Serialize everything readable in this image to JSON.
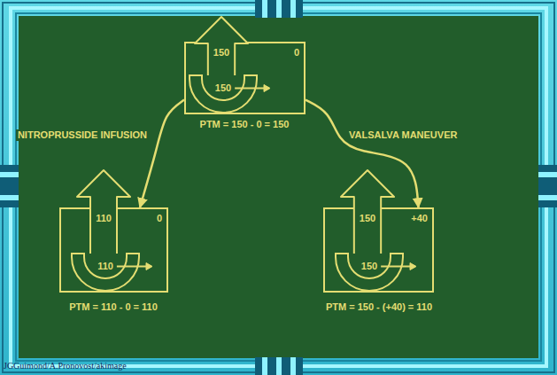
{
  "diagram": {
    "nodes": [
      {
        "text": [
          "0"
        ]
      },
      {
        "text": [
          "150"
        ],
        "in": 0
      },
      {
        "text": [
          "150"
        ],
        "in": 0
      },
      {
        "text": [
          "0"
        ]
      },
      {
        "text": [
          "110"
        ],
        "in": 3
      },
      {
        "text": [
          "110"
        ],
        "in": 3
      },
      {
        "text": [
          "+40"
        ]
      },
      {
        "text": [
          "150"
        ],
        "in": 6
      },
      {
        "text": [
          "150"
        ],
        "in": 6
      }
    ],
    "edges": [
      {
        "from": 0,
        "to": 3,
        "arrow": "to",
        "label": "NITROPRUSSIDE INFUSION"
      },
      {
        "from": 0,
        "to": 6,
        "arrow": "to",
        "label": "VALSALVA MANEUVER"
      }
    ],
    "labels": [
      "PTM = 150 - 0 = 150",
      "PTM = 110 - 0 = 110",
      "PTM = 150 - (+40) = 110",
      "JGGuimond/A.Pronovost/akimage"
    ]
  }
}
